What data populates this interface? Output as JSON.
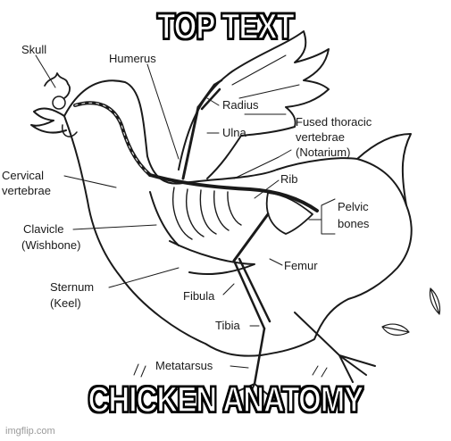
{
  "meme": {
    "top_text": "TOP TEXT",
    "bottom_text": "CHICKEN ANATOMY",
    "watermark": "imgflip.com"
  },
  "labels": {
    "skull": "Skull",
    "humerus": "Humerus",
    "radius": "Radius",
    "ulna": "Ulna",
    "fused_1": "Fused thoracic",
    "fused_2": "vertebrae",
    "fused_3": "(Notarium)",
    "rib": "Rib",
    "cervical_1": "Cervical",
    "cervical_2": "vertebrae",
    "pelvic_1": "Pelvic",
    "pelvic_2": "bones",
    "clavicle_1": "Clavicle",
    "clavicle_2": "(Wishbone)",
    "femur": "Femur",
    "sternum_1": "Sternum",
    "sternum_2": "(Keel)",
    "fibula": "Fibula",
    "tibia": "Tibia",
    "metatarsus": "Metatarsus"
  }
}
